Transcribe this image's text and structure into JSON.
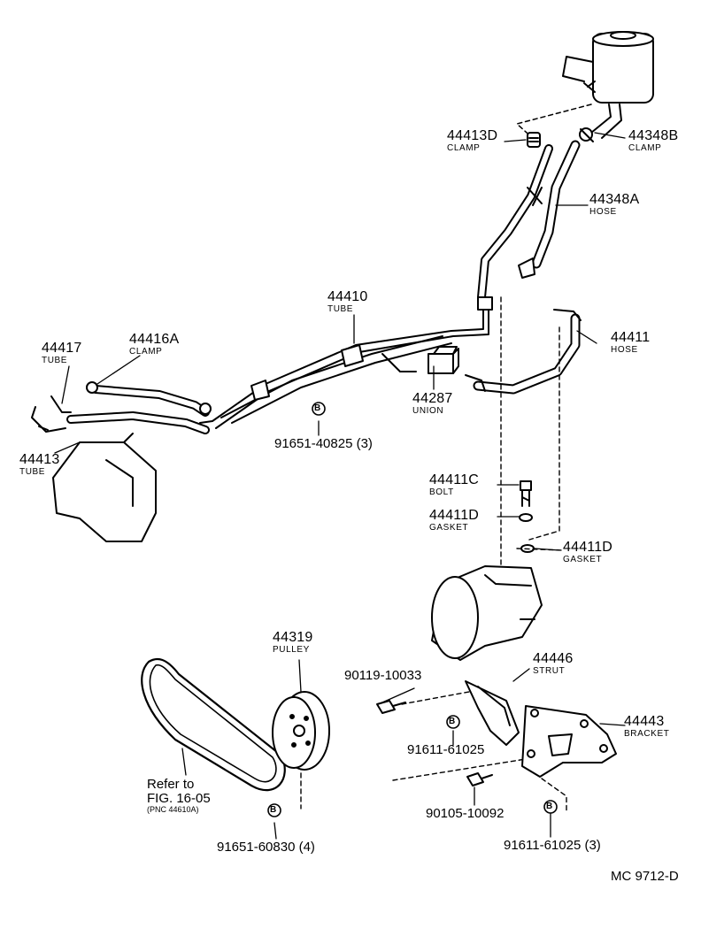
{
  "parts": [
    {
      "id": "p44413D",
      "number": "44413D",
      "name": "CLAMP"
    },
    {
      "id": "p44348B",
      "number": "44348B",
      "name": "CLAMP"
    },
    {
      "id": "p44348A",
      "number": "44348A",
      "name": "HOSE"
    },
    {
      "id": "p44410",
      "number": "44410",
      "name": "TUBE"
    },
    {
      "id": "p44417",
      "number": "44417",
      "name": "TUBE"
    },
    {
      "id": "p44416A",
      "number": "44416A",
      "name": "CLAMP"
    },
    {
      "id": "p44411",
      "number": "44411",
      "name": "HOSE"
    },
    {
      "id": "p44287",
      "number": "44287",
      "name": "UNION"
    },
    {
      "id": "p44413",
      "number": "44413",
      "name": "TUBE"
    },
    {
      "id": "p44411C",
      "number": "44411C",
      "name": "BOLT"
    },
    {
      "id": "p44411D_a",
      "number": "44411D",
      "name": "GASKET"
    },
    {
      "id": "p44411D_b",
      "number": "44411D",
      "name": "GASKET"
    },
    {
      "id": "p44319",
      "number": "44319",
      "name": "PULLEY"
    },
    {
      "id": "p44446",
      "number": "44446",
      "name": "STRUT"
    },
    {
      "id": "p44443",
      "number": "44443",
      "name": "BRACKET"
    }
  ],
  "fasteners": [
    {
      "id": "f91651_40825",
      "text": "91651-40825 (3)"
    },
    {
      "id": "f90119_10033",
      "text": "90119-10033"
    },
    {
      "id": "f91611_61025",
      "text": "91611-61025"
    },
    {
      "id": "f90105_10092",
      "text": "90105-10092"
    },
    {
      "id": "f91611_61025_3",
      "text": "91611-61025 (3)"
    },
    {
      "id": "f91651_60830",
      "text": "91651-60830 (4)"
    }
  ],
  "bolt_symbol": "B",
  "reference": {
    "line1": "Refer to",
    "line2": "FIG. 16-05",
    "line3": "(PNC 44610A)"
  },
  "drawing_code": "MC 9712-D",
  "colors": {
    "ink": "#000000",
    "paper": "#ffffff"
  }
}
